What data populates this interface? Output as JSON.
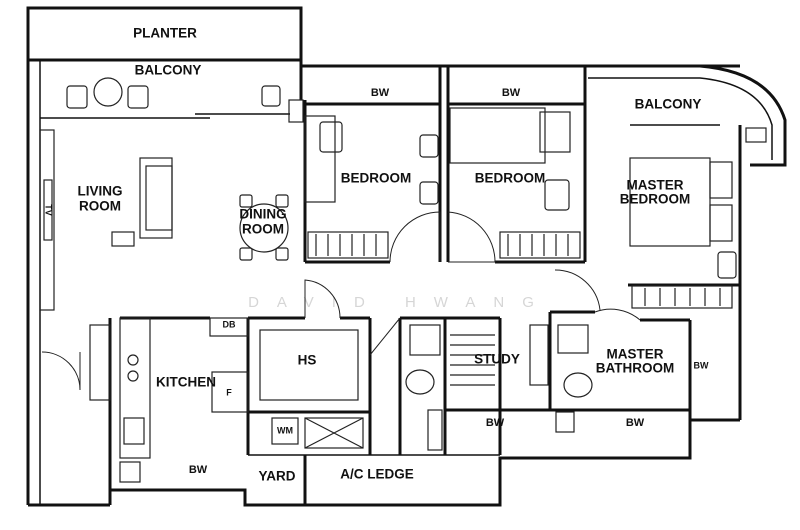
{
  "watermark": "DAVID HWANG",
  "rooms": {
    "planter": "PLANTER",
    "balcony_left": "BALCONY",
    "balcony_right": "BALCONY",
    "living_line1": "LIVING",
    "living_line2": "ROOM",
    "dining_line1": "DINING",
    "dining_line2": "ROOM",
    "bedroom_1": "BEDROOM",
    "bedroom_2": "BEDROOM",
    "master_line1": "MASTER",
    "master_line2": "BEDROOM",
    "kitchen": "KITCHEN",
    "hs": "HS",
    "study": "STUDY",
    "master_bath_line1": "MASTER",
    "master_bath_line2": "BATHROOM",
    "yard": "YARD",
    "ac_ledge": "A/C LEDGE"
  },
  "fixtures": {
    "bw_bed1": "BW",
    "bw_bed2": "BW",
    "bw_study": "BW",
    "bw_mbath": "BW",
    "bw_kitchen": "BW",
    "bw_vertical": "BW",
    "db": "DB",
    "fridge": "F",
    "wm": "WM",
    "tv": "TV"
  }
}
